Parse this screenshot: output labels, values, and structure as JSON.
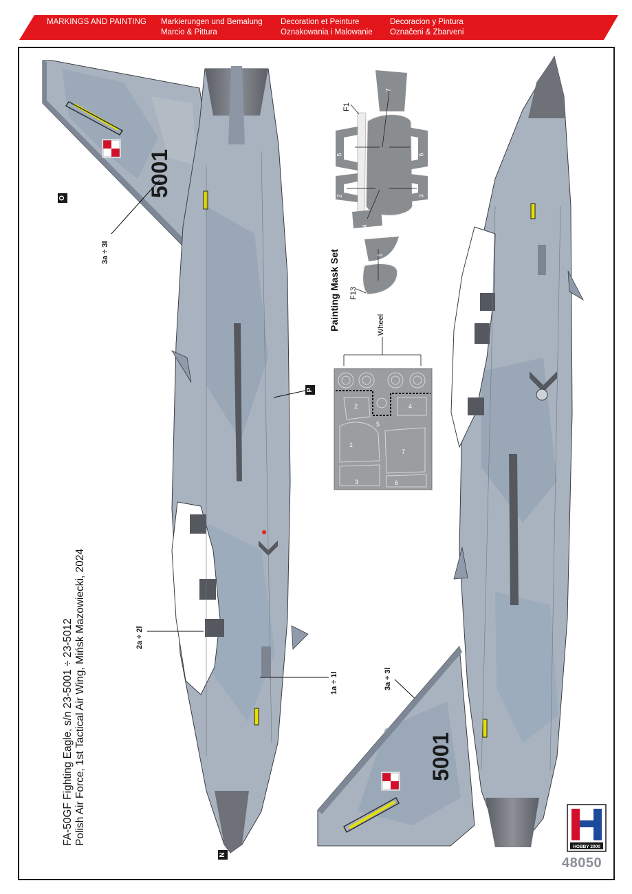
{
  "header": {
    "columns": [
      {
        "line1": "MARKINGS AND PAINTING",
        "line2": ""
      },
      {
        "line1": "Markierungen und Bemalung",
        "line2": "Marcio & Pittura"
      },
      {
        "line1": "Decoration et Peinture",
        "line2": "Oznakowania i Malowanie"
      },
      {
        "line1": "Decoracion y Pintura",
        "line2": "Označeni & Zbarveni"
      }
    ]
  },
  "caption": {
    "line1": "FA-50GF Fighting Eagle, s/n 23-5001 ÷ 23-5012",
    "line2": "Polish Air Force, 1st Tactical Air Wing, Mińsk Mazowiecki, 2024"
  },
  "serial_top": "5001",
  "serial_bottom": "5001",
  "callouts": {
    "top_wing": "3a ÷ 3l",
    "bottom_wing": "3a ÷ 3l",
    "cockpit_side": "2a ÷ 2l",
    "fuselage": "1a ÷ 1l"
  },
  "badges": {
    "o": "O",
    "p": "P",
    "n": "N"
  },
  "mask_set": {
    "title": "Painting Mask Set",
    "label_f1": "F1",
    "label_f13": "F13",
    "wheel_label": "Wheel",
    "part_numbers": [
      "7",
      "5",
      "6",
      "2",
      "3",
      "4",
      "1"
    ],
    "sheet_numbers": [
      "2",
      "4",
      "5",
      "1",
      "7",
      "3",
      "6"
    ]
  },
  "logo": {
    "text": "HOBBY 2000"
  },
  "product_code": "48050",
  "colors": {
    "banner_red": "#e3161b",
    "camo_light": "#a9b3bf",
    "camo_mid": "#8f9bab",
    "camo_blue": "#9aaabb",
    "radome_grey": "#6e7178",
    "mask_grey": "#8a8d90",
    "mask_dark": "#5e6063"
  }
}
